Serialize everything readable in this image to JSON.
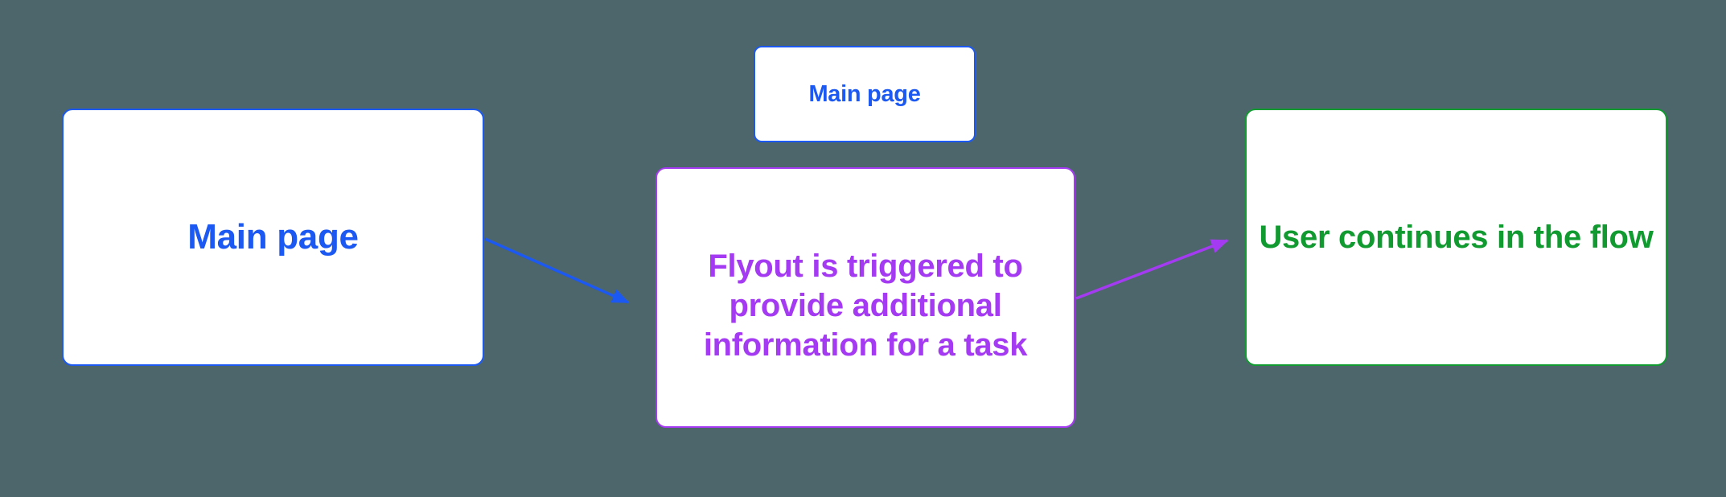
{
  "colors": {
    "background": "#4d666b",
    "blue": "#1c59f2",
    "purple": "#a43bf2",
    "green": "#119a30",
    "node_fill": "#ffffff"
  },
  "nodes": [
    {
      "id": "main-page-large",
      "label": "Main page",
      "accent": "blue"
    },
    {
      "id": "main-page-small",
      "label": "Main page",
      "accent": "blue"
    },
    {
      "id": "flyout",
      "label": "Flyout is triggered to\nprovide additional\ninformation for a task",
      "accent": "purple"
    },
    {
      "id": "user-continues",
      "label": "User continues in the flow",
      "accent": "green"
    }
  ],
  "connectors": [
    {
      "from": "main-page-large",
      "to": "flyout",
      "accent": "blue"
    },
    {
      "from": "flyout",
      "to": "user-continues",
      "accent": "purple"
    }
  ]
}
